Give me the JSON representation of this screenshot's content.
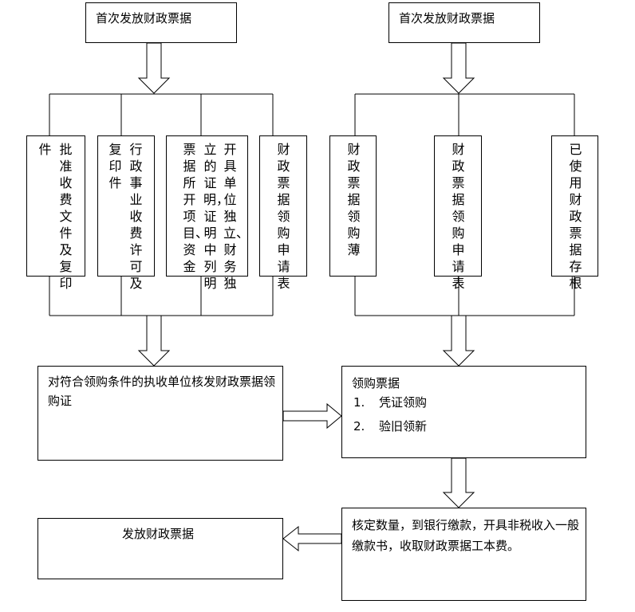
{
  "left": {
    "top_box": "首次发放财政票据",
    "columns": [
      {
        "lines": [
          "批准收费文件及复印",
          "件"
        ]
      },
      {
        "lines": [
          "行政事业收费许可及",
          "复印件"
        ]
      },
      {
        "lines": [
          "开具单位独立、财务独",
          "立的证明，证明中列明",
          "票据所开项目、资金"
        ]
      },
      {
        "lines": [
          "财政票据领购申请表"
        ]
      }
    ],
    "result_box": "对符合领购条件的执收单位核发财政票据领购证"
  },
  "right": {
    "top_box": "首次发放财政票据",
    "columns": [
      {
        "lines": [
          "财政票据领购薄"
        ]
      },
      {
        "lines": [
          "财政票据领购申请表"
        ]
      },
      {
        "lines": [
          "已使用财政票据存根"
        ]
      }
    ],
    "purchase_box": {
      "title": "领购票据",
      "items": [
        {
          "num": "1.",
          "text": "凭证领购"
        },
        {
          "num": "2.",
          "text": "验旧领新"
        }
      ]
    },
    "verify_box": "核定数量，到银行缴款，开具非税收入一般缴款书，收取财政票据工本费。"
  },
  "final_box": "发放财政票据"
}
